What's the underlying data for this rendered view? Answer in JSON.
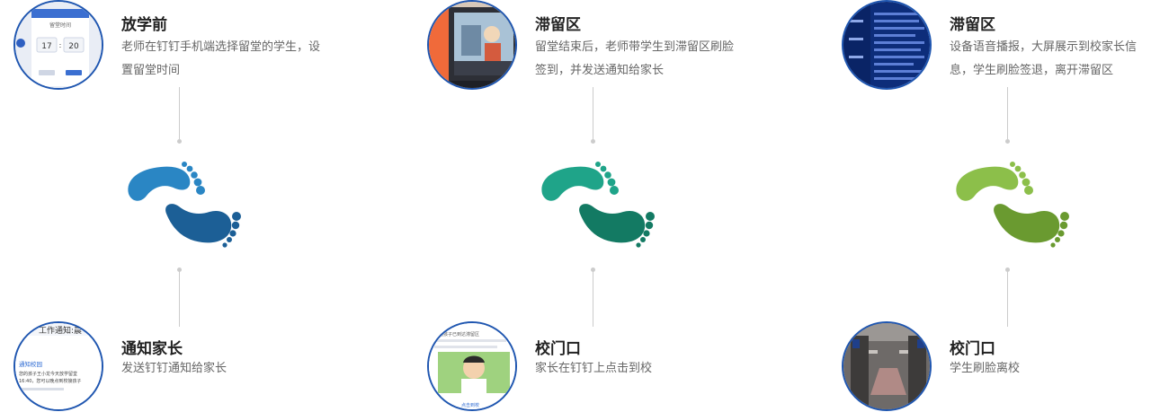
{
  "columns": [
    {
      "top": {
        "title": "放学前",
        "desc": "老师在钉钉手机端选择留堂的学生，设置留堂时间"
      },
      "bottom": {
        "title": "通知家长",
        "desc": "发送钉钉通知给家长"
      },
      "thumb_top": {
        "header": "留堂时间",
        "hour": "17",
        "minute": "20"
      },
      "thumb_bottom": {
        "header": "工作通知:晨",
        "line1": "通知校园",
        "line2": "您的孩子王小龙今天放学留堂",
        "line3": "16:40，您可以晚点到校接孩子"
      },
      "feet_colors": {
        "left": "#2a86c4",
        "right": "#1c5f96"
      }
    },
    {
      "top": {
        "title": "滞留区",
        "desc": "留堂结束后，老师带学生到滞留区刷脸签到，并发送通知给家长"
      },
      "bottom": {
        "title": "校门口",
        "desc": "家长在钉钉上点击到校"
      },
      "thumb_bottom": {
        "line1": "您的孩子已到达滞留区",
        "line2": "点击到校"
      },
      "feet_colors": {
        "left": "#1fa489",
        "right": "#137a63"
      }
    },
    {
      "top": {
        "title": "滞留区",
        "desc": "设备语音播报，大屏展示到校家长信息，学生刷脸签退，离开滞留区"
      },
      "bottom": {
        "title": "校门口",
        "desc": "学生刷脸离校"
      },
      "feet_colors": {
        "left": "#8cbf4a",
        "right": "#6a9a30"
      }
    }
  ]
}
